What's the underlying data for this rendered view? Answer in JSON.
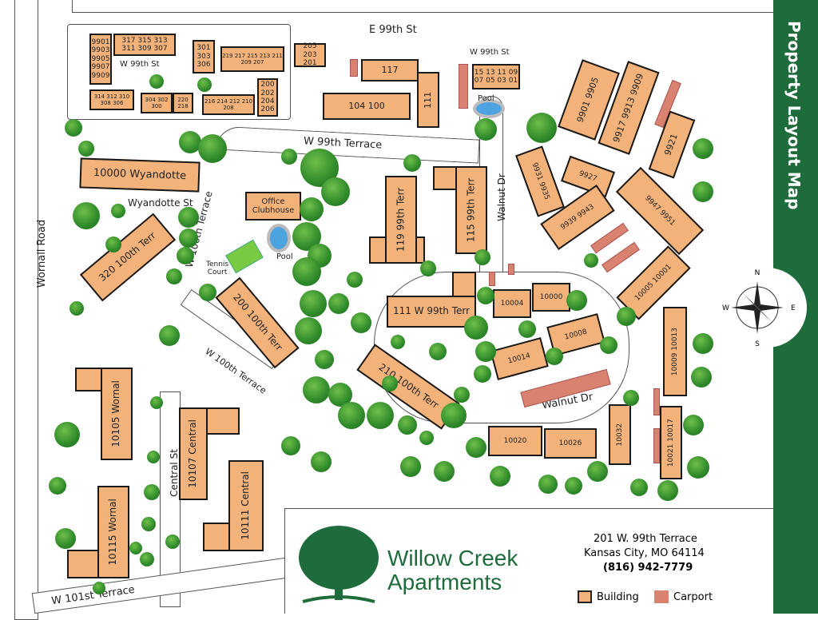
{
  "sidebar": {
    "title": "Property Layout Map"
  },
  "streets": {
    "e99": "E 99th St",
    "w99a": "W 99th St",
    "w99b": "W 99th St",
    "w99terr": "W 99th Terrace",
    "wyandotte": "Wyandotte St",
    "w100terr": "W 100th Terrace",
    "w100terr2": "W 100th Terrace",
    "wornall": "Wornall Road",
    "walnut1": "Walnut Dr",
    "walnut2": "Walnut Dr",
    "central": "Central St",
    "w101": "W 101st Terrace"
  },
  "labels": {
    "pool1": "Pool",
    "pool2": "Pool",
    "tennis": "Tennis\nCourt"
  },
  "buildings": {
    "b9901": "9901\n9903\n9905\n9907\n9909",
    "b317": "317 315 313 311 309 307",
    "b301": "301\n303\n306",
    "b219": "219 217 215 213 211 209 207",
    "b314": "314 312 310 308 306",
    "b304": "304 302 300",
    "b220": "220 218",
    "b216": "216 214 212 210 208",
    "b200": "200\n202\n204\n206",
    "b205": "205 203\n201",
    "b117": "117",
    "b104": "104      100",
    "b111": "111",
    "bpool": "15 13 11 09\n07 05 03 01",
    "b9901r": "9901      9905",
    "b9917": "9917  9913  9909",
    "b9921": "9921",
    "b10000w": "10000 Wyandotte",
    "b320": "320 100th Terr",
    "office": "Office\nClubhouse",
    "b200t": "200 100th Terr",
    "b119": "119 99th Terr",
    "b115": "115 99th Terr",
    "b111w": "111 W 99th Terr",
    "b210": "210 100th Terr",
    "b9931": "9931  9935",
    "b9927": "9927",
    "b9939": "9939  9943",
    "b9947": "9947    9951",
    "b10005": "10005  10001",
    "b10004": "10004",
    "b10000": "10000",
    "b10008": "10008",
    "b10014": "10014",
    "b10020": "10020",
    "b10026": "10026",
    "b10032": "10032",
    "b10009": "10009      10013",
    "b10017": "10021   10017",
    "b10105": "10105 Wornal",
    "b10107": "10107 Central",
    "b10111": "10111 Central",
    "b10115": "10115 Wornal"
  },
  "compass": {
    "n": "N",
    "s": "S",
    "e": "E",
    "w": "W"
  },
  "footer": {
    "brand1": "Willow Creek",
    "brand2": "Apartments",
    "addr1": "201 W. 99th Terrace",
    "addr2": "Kansas City, MO 64114",
    "phone": "(816) 942-7779",
    "legend": [
      {
        "label": "Building",
        "color": "#F2B27A"
      },
      {
        "label": "Carport",
        "color": "#D9826F"
      }
    ]
  },
  "colors": {
    "building": "#F2B27A",
    "carport": "#D9826F",
    "brand": "#1E6B3C",
    "tree": "#2f8a2a",
    "water": "#4da3e0"
  }
}
